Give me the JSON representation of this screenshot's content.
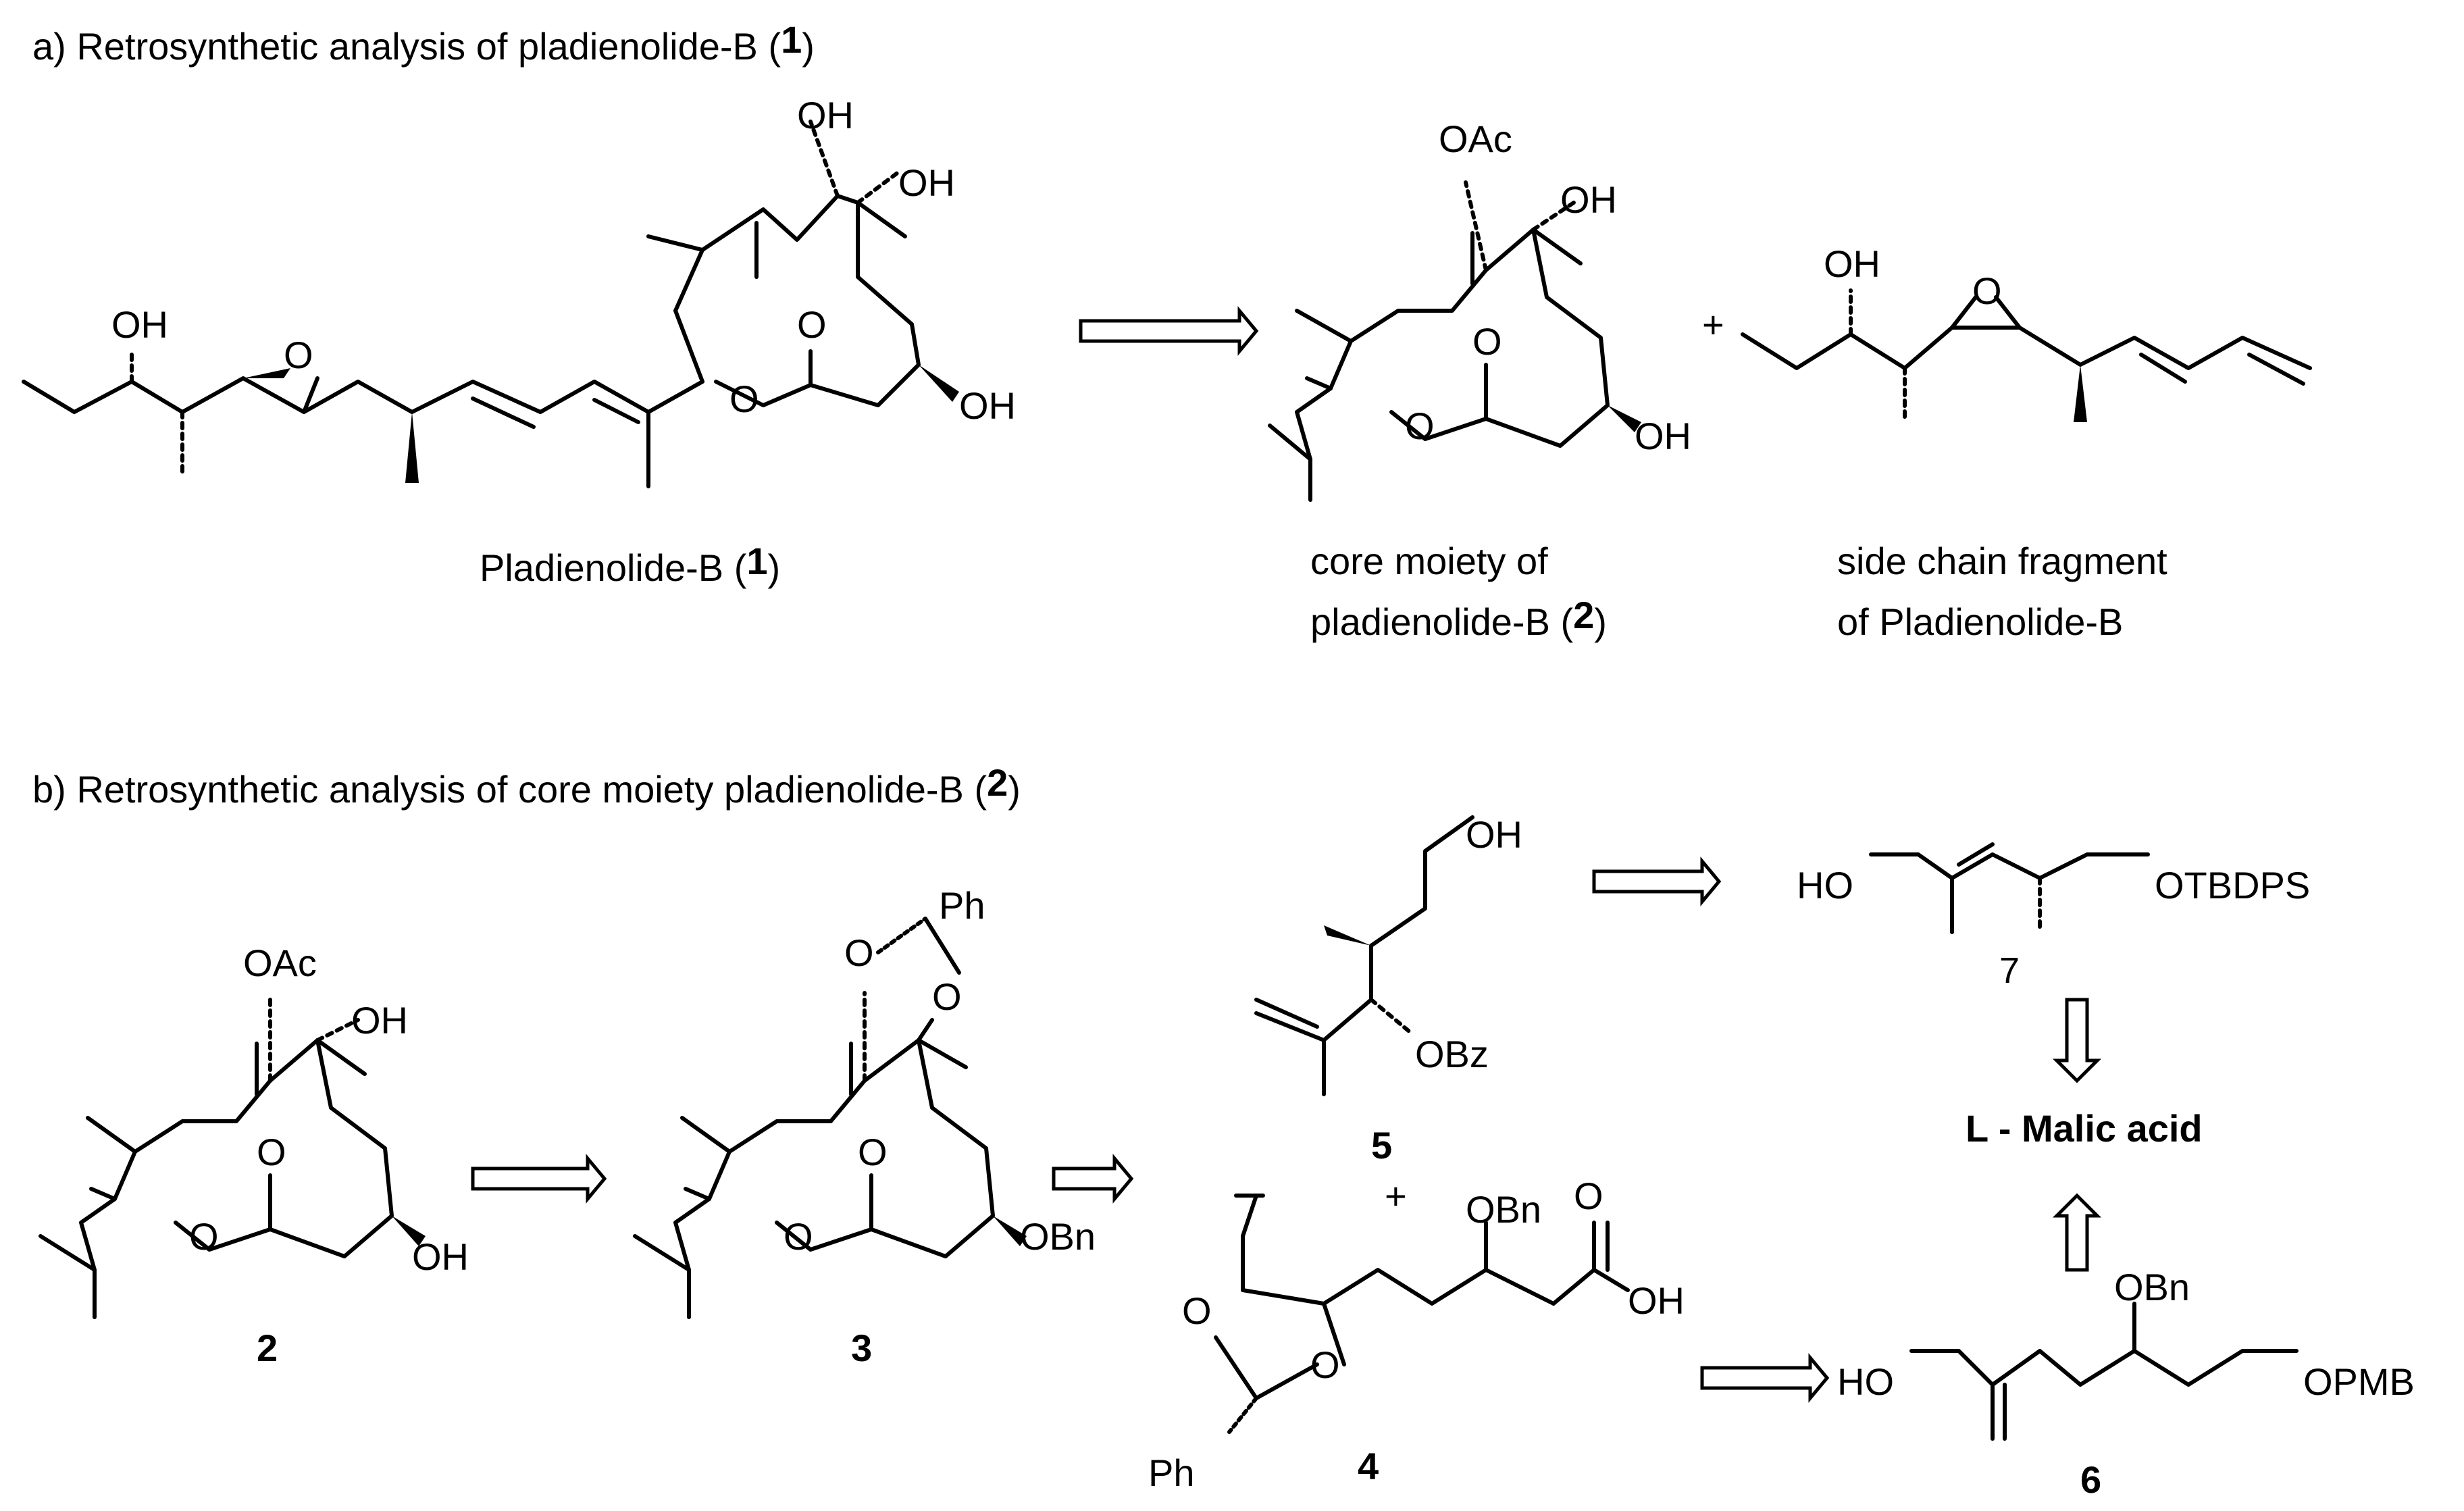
{
  "headers": {
    "a": {
      "text": "a) Retrosynthetic analysis of pladienolide-B (",
      "num": "1",
      "close": ")"
    },
    "b": {
      "text": "b) Retrosynthetic analysis of core moiety pladienolide-B (",
      "num": "2",
      "close": ")"
    }
  },
  "captions": {
    "pladienolide": {
      "text": "Pladienolide-B (",
      "num": "1",
      "close": ")"
    },
    "core_line1": "core moiety of",
    "core_line2": {
      "text": "pladienolide-B (",
      "num": "2",
      "close": ")"
    },
    "side_line1": "side chain fragment",
    "side_line2": "of Pladienolide-B"
  },
  "compound_numbers": {
    "c2": "2",
    "c3": "3",
    "c4": "4",
    "c5": "5",
    "c6": "6",
    "c7": "7"
  },
  "target": "L - Malic acid",
  "atoms": {
    "OH": "OH",
    "O": "O",
    "OAc": "OAc",
    "OBn": "OBn",
    "OBz": "OBz",
    "Ph": "Ph",
    "plus": "+",
    "c7_left": "HO",
    "c7_right": "OTBDPS",
    "c6_left": "HO",
    "c6_right": "OPMB"
  }
}
